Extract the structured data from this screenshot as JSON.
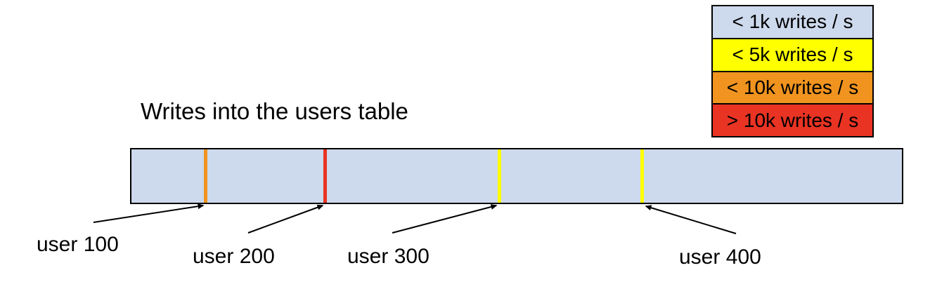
{
  "title": {
    "text": "Writes into the users table"
  },
  "legend": {
    "items": [
      {
        "label": "< 1k writes / s",
        "color": "#cdd9ec"
      },
      {
        "label": "< 5k writes / s",
        "color": "#ffff00"
      },
      {
        "label": "< 10k writes / s",
        "color": "#f0941f"
      },
      {
        "label": "> 10k writes / s",
        "color": "#e93323"
      }
    ]
  },
  "bar": {
    "fill_color": "#cdd9ec",
    "border_color": "#000000",
    "markers": [
      {
        "user": "user 100",
        "color": "#f0941f"
      },
      {
        "user": "user 200",
        "color": "#e93323"
      },
      {
        "user": "user 300",
        "color": "#ffff00"
      },
      {
        "user": "user 400",
        "color": "#ffff00"
      }
    ]
  }
}
